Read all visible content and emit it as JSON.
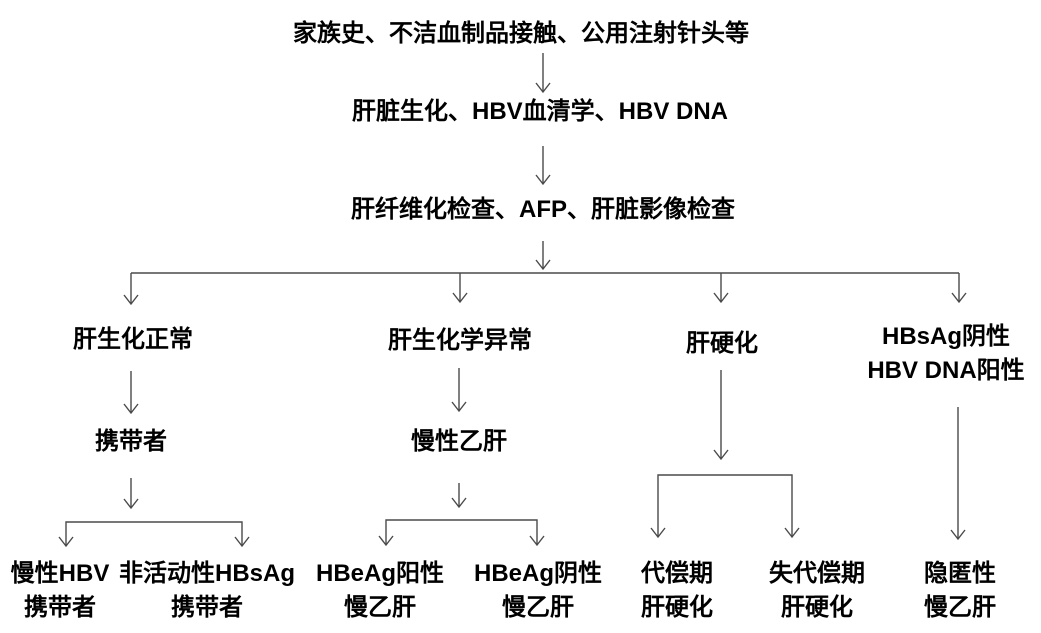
{
  "flowchart": {
    "description": "Diagnostic flowchart for chronic hepatitis B virus infection",
    "steps": [
      {
        "text": "家族史、不洁血制品接触、公用注射针头等"
      },
      {
        "text": "肝脏生化、HBV血清学、HBV DNA"
      },
      {
        "text": "肝纤维化检查、AFP、肝脏影像检查"
      }
    ],
    "branches": [
      {
        "label": "肝生化正常",
        "intermediate": "携带者",
        "leaves": [
          {
            "line1": "慢性HBV",
            "line2": "携带者"
          },
          {
            "line1": "非活动性HBsAg",
            "line2": "携带者"
          }
        ]
      },
      {
        "label": "肝生化学异常",
        "intermediate": "慢性乙肝",
        "leaves": [
          {
            "line1": "HBeAg阳性",
            "line2": "慢乙肝"
          },
          {
            "line1": "HBeAg阴性",
            "line2": "慢乙肝"
          }
        ]
      },
      {
        "label": "肝硬化",
        "leaves": [
          {
            "line1": "代偿期",
            "line2": "肝硬化"
          },
          {
            "line1": "失代偿期",
            "line2": "肝硬化"
          }
        ]
      },
      {
        "label_line1": "HBsAg阴性",
        "label_line2": "HBV DNA阳性",
        "leaves": [
          {
            "line1": "隐匿性",
            "line2": "慢乙肝"
          }
        ]
      }
    ],
    "colors": {
      "background": "#ffffff",
      "text": "#000000",
      "line": "#4a4a4a"
    }
  }
}
